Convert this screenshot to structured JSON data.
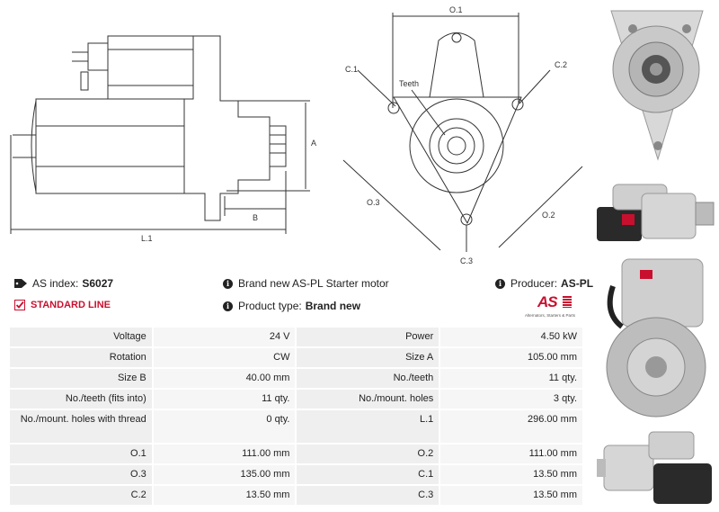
{
  "dimensions": {
    "side_view": {
      "A": "A",
      "B": "B",
      "L1": "L.1"
    },
    "front_view": {
      "O1": "O.1",
      "O2": "O.2",
      "O3": "O.3",
      "C1": "C.1",
      "C2": "C.2",
      "C3": "C.3",
      "teeth": "Teeth"
    }
  },
  "info": {
    "as_index_label": "AS index:",
    "as_index_value": "S6027",
    "standard_line": "STANDARD LINE",
    "description": "Brand new AS-PL Starter motor",
    "product_type_label": "Product type:",
    "product_type_value": "Brand new",
    "producer_label": "Producer:",
    "producer_value": "AS-PL"
  },
  "logo": {
    "text": "AS",
    "subtitle": "Alternators, Starters & Parts"
  },
  "specs": [
    {
      "l1": "Voltage",
      "v1": "24 V",
      "l2": "Power",
      "v2": "4.50 kW"
    },
    {
      "l1": "Rotation",
      "v1": "CW",
      "l2": "Size A",
      "v2": "105.00 mm"
    },
    {
      "l1": "Size B",
      "v1": "40.00 mm",
      "l2": "No./teeth",
      "v2": "11 qty."
    },
    {
      "l1": "No./teeth (fits into)",
      "v1": "11 qty.",
      "l2": "No./mount. holes",
      "v2": "3 qty."
    },
    {
      "l1": "No./mount. holes with thread",
      "v1": "0 qty.",
      "l2": "L.1",
      "v2": "296.00 mm"
    },
    {
      "l1": "O.1",
      "v1": "111.00 mm",
      "l2": "O.2",
      "v2": "111.00 mm"
    },
    {
      "l1": "O.3",
      "v1": "135.00 mm",
      "l2": "C.1",
      "v2": "13.50 mm"
    },
    {
      "l1": "C.2",
      "v1": "13.50 mm",
      "l2": "C.3",
      "v2": "13.50 mm"
    }
  ],
  "colors": {
    "brand_red": "#c8102e",
    "cell_bg": "#efefef"
  }
}
